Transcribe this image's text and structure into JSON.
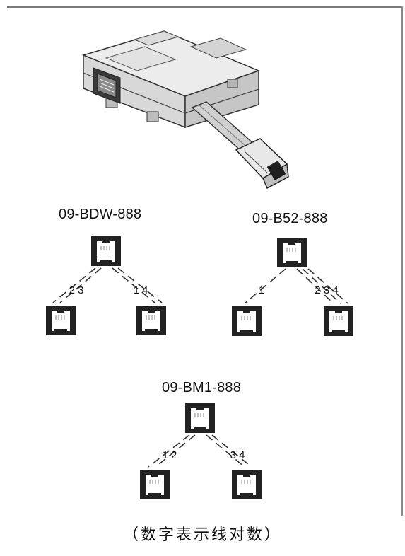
{
  "diagrams": [
    {
      "model": "09-BDW-888",
      "left_pairs": "2 3",
      "right_pairs": "1 4"
    },
    {
      "model": "09-B52-888",
      "left_pairs": "1",
      "right_pairs": "2 3 4"
    },
    {
      "model": "09-BM1-888",
      "left_pairs": "1 2",
      "right_pairs": "3 4"
    }
  ],
  "caption": "（数字表示线对数）"
}
